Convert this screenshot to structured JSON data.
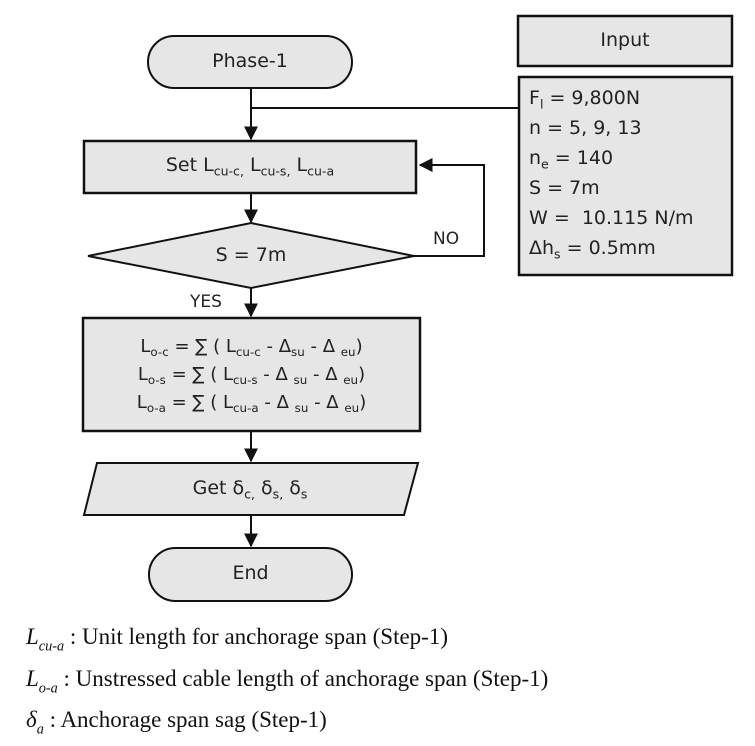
{
  "flowchart": {
    "start": {
      "label": "Phase-1"
    },
    "set_step": {
      "prefix": "Set ",
      "items": [
        {
          "base": "L",
          "sub": "cu-c,"
        },
        {
          "base": "L",
          "sub": "cu-s,"
        },
        {
          "base": "L",
          "sub": "cu-a"
        }
      ]
    },
    "decision": {
      "label": "S = 7m",
      "yes_label": "YES",
      "no_label": "NO"
    },
    "compute_step": {
      "lines": [
        {
          "lhs": "L",
          "lhs_sub": "o-c",
          "eq": " = ∑ ( ",
          "l": "L",
          "l_sub": "cu-c",
          "m1": " - Δ",
          "m1_sub": "su",
          "m2": " - Δ ",
          "m2_sub": "eu",
          "close": ")"
        },
        {
          "lhs": "L",
          "lhs_sub": "o-s",
          "eq": " = ∑ ( ",
          "l": "L",
          "l_sub": "cu-s",
          "m1": " - Δ ",
          "m1_sub": "su",
          "m2": " - Δ ",
          "m2_sub": "eu",
          "close": ")"
        },
        {
          "lhs": "L",
          "lhs_sub": "o-a",
          "eq": " = ∑ ( ",
          "l": "L",
          "l_sub": "cu-a",
          "m1": " - Δ ",
          "m1_sub": "su",
          "m2": " - Δ ",
          "m2_sub": "eu",
          "close": ")"
        }
      ]
    },
    "output_step": {
      "prefix": "Get ",
      "items": [
        {
          "base": "δ",
          "sub": "c,"
        },
        {
          "base": " δ",
          "sub": "s,"
        },
        {
          "base": " δ",
          "sub": "s"
        }
      ]
    },
    "end": {
      "label": "End"
    }
  },
  "input_panel": {
    "title": "Input",
    "params": [
      {
        "base": "F",
        "sub": "l",
        "rest": " = 9,800N"
      },
      {
        "base": "n",
        "sub": "",
        "rest": " = 5, 9, 13"
      },
      {
        "base": "n",
        "sub": "e",
        "rest": " = 140"
      },
      {
        "base": "S",
        "sub": "",
        "rest": " = 7m"
      },
      {
        "base": "W",
        "sub": "",
        "rest": " =  10.115 N/m"
      },
      {
        "base": "Δh",
        "sub": "s",
        "rest": " = 0.5mm"
      }
    ]
  },
  "legend": [
    {
      "symbol": "L",
      "sub": "cu-a",
      "text": " : Unit length for anchorage span (Step-1)"
    },
    {
      "symbol": "L",
      "sub": "o-a",
      "text": " : Unstressed cable length of anchorage span (Step-1)"
    },
    {
      "symbol": "δ",
      "sub": "a",
      "text": " : Anchorage span sag (Step-1)"
    }
  ],
  "colors": {
    "shape_fill": "#e6e6e6",
    "stroke": "#111111",
    "text": "#222222"
  }
}
